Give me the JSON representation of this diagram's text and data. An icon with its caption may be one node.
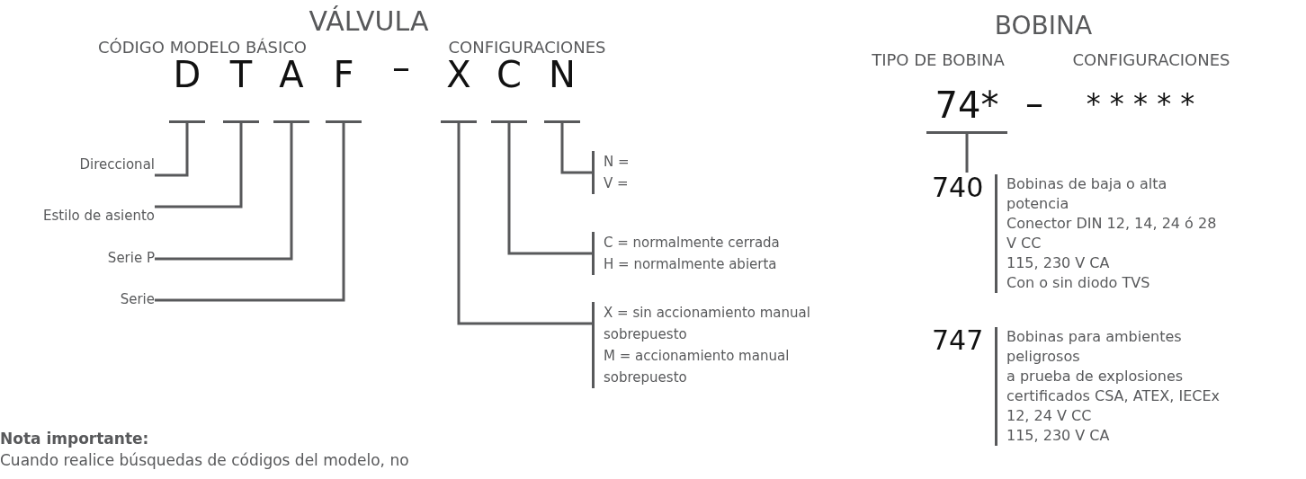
{
  "diagram": {
    "nodes": [
      {
        "text": [
          "D"
        ]
      },
      {
        "text": [
          "T"
        ]
      },
      {
        "text": [
          "A"
        ]
      },
      {
        "text": [
          "F"
        ]
      },
      {
        "text": [
          "X"
        ]
      },
      {
        "text": [
          "C"
        ]
      },
      {
        "text": [
          "N"
        ]
      },
      {
        "text": [
          "Direccional"
        ]
      },
      {
        "text": [
          "Estilo de asiento"
        ]
      },
      {
        "text": [
          "Serie P"
        ]
      },
      {
        "text": [
          "Serie"
        ]
      },
      {
        "text": [
          "N =",
          "V ="
        ]
      },
      {
        "text": [
          "C = normalmente cerrada",
          "H = normalmente abierta"
        ]
      },
      {
        "text": [
          "X = sin accionamiento manual sobrepuesto",
          "M = accionamiento manual sobrepuesto"
        ]
      },
      {
        "text": [
          "74*"
        ]
      },
      {
        "text": [
          "740",
          "Bobinas de baja o alta potencia",
          "Conector DIN 12, 14, 24 ó 28 V CC",
          "115, 230 V CA",
          "Con o sin diodo TVS"
        ]
      },
      {
        "text": [
          "747",
          "Bobinas para ambientes peligrosos",
          "a prueba de explosiones certificados CSA, ATEX, IECEx",
          "12, 24 V CC",
          "115, 230 V CA"
        ]
      }
    ],
    "edges": [
      {
        "from": 0,
        "to": 7,
        "arrow": "none"
      },
      {
        "from": 1,
        "to": 8,
        "arrow": "none"
      },
      {
        "from": 2,
        "to": 9,
        "arrow": "none"
      },
      {
        "from": 3,
        "to": 10,
        "arrow": "none"
      },
      {
        "from": 6,
        "to": 11,
        "arrow": "none"
      },
      {
        "from": 5,
        "to": 12,
        "arrow": "none"
      },
      {
        "from": 4,
        "to": 13,
        "arrow": "none"
      },
      {
        "from": 14,
        "to": 15,
        "arrow": "none"
      }
    ],
    "labels": [
      "VÁLVULA",
      "CÓDIGO MODELO BÁSICO",
      "CONFIGURACIONES",
      "–",
      "BOBINA",
      "TIPO DE BOBINA",
      "CONFIGURACIONES",
      "–",
      "* * * * *",
      "Nota importante:",
      "Cuando realice búsquedas de códigos del modelo, no"
    ]
  }
}
